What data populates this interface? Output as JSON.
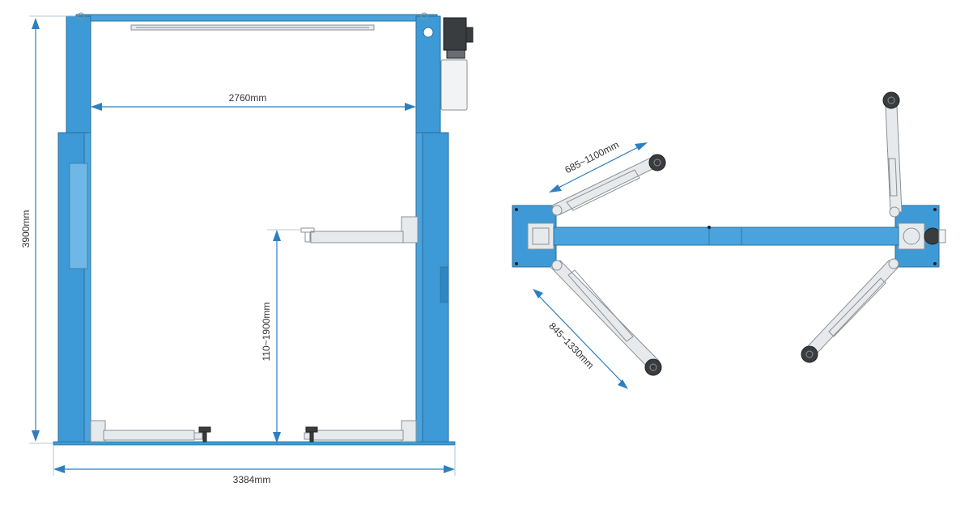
{
  "dimensions": {
    "height_total": "3900mm",
    "inner_width": "2760mm",
    "overall_width": "3384mm",
    "lift_height_range": "110~1900mm",
    "arm_short_range": "685~1100mm",
    "arm_long_range": "845~1330mm"
  },
  "colors": {
    "column_blue": "#3d9ad6",
    "dimension_line": "#2e7fbf",
    "arm_steel": "#e7eaec",
    "motor_dark": "#3a3d40"
  }
}
